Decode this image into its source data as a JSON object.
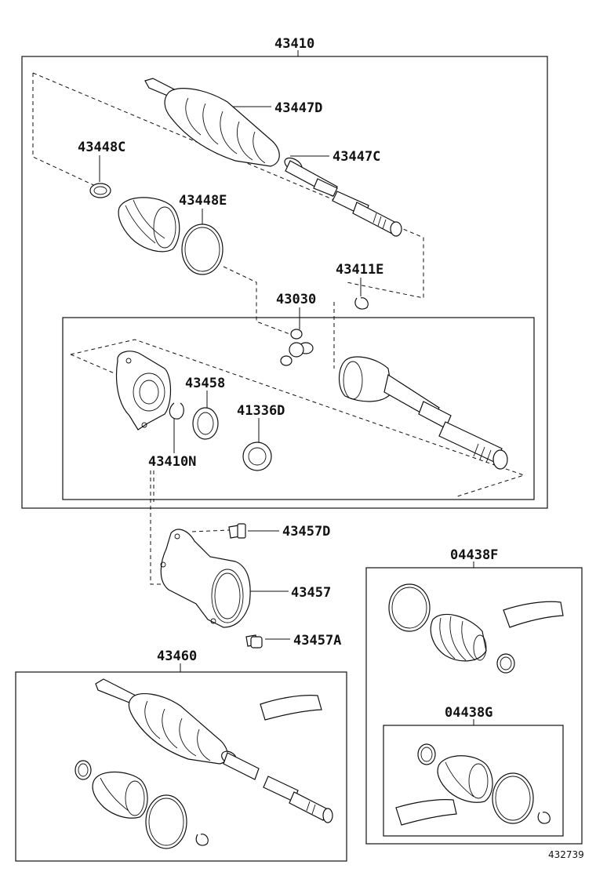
{
  "labels": {
    "p43410": "43410",
    "p43447D": "43447D",
    "p43448C": "43448C",
    "p43447C": "43447C",
    "p43448E": "43448E",
    "p43411E": "43411E",
    "p43030": "43030",
    "p43458": "43458",
    "p41336D": "41336D",
    "p43410N": "43410N",
    "p43457D": "43457D",
    "p43457": "43457",
    "p43457A": "43457A",
    "p43460": "43460",
    "p04438F": "04438F",
    "p04438G": "04438G"
  },
  "diagram_id": "432739"
}
